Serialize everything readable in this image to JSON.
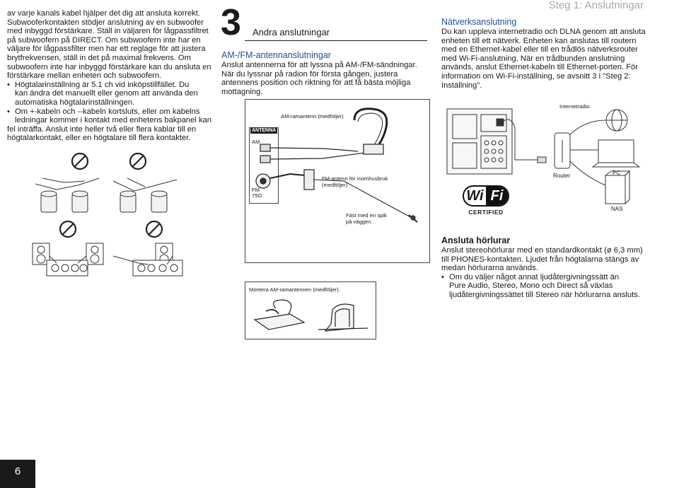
{
  "header": {
    "step_prefix": "Steg 1:",
    "step_title": "Anslutningar"
  },
  "page_number": "6",
  "col1": {
    "lines": [
      "av varje kanals kabel hjälper det dig att ansluta korrekt.",
      "Subwooferkontakten stödjer anslutning av en subwoofer",
      "med inbyggd förstärkare. Ställ in väljaren för lågpassfiltret",
      "på subwoofern på DIRECT. Om subwoofern inte har en",
      "väljare för lågpassfilter men har ett reglage för att justera",
      "brytfrekvensen, ställ in det på maximal frekvens. Om",
      "subwoofern inte har inbyggd förstärkare kan du ansluta en",
      "förstärkare mellan enheten och subwoofern."
    ],
    "bullet1": "Högtalarinställning är 5.1 ch vid inköpstillfället. Du",
    "bullet1_lines": [
      "kan ändra det manuellt eller genom att använda den",
      "automatiska högtalarinställningen."
    ],
    "bullet2": "Om +-kabeln och --kabeln kortsluts, eller om kabelns",
    "bullet2_lines": [
      "ledningar kommer i kontakt med enhetens bakpanel kan",
      "fel inträffa. Anslut inte heller två eller flera kablar till en",
      "högtalarkontakt, eller en högtalare till flera kontakter."
    ]
  },
  "col2": {
    "step_number": "3",
    "step_title": "Andra anslutningar",
    "heading": "AM-/FM-antennanslutningar",
    "lines": [
      "Anslut antennerna för att lyssna på AM-/FM-sändningar.",
      "När du lyssnar på radion för första gången, justera",
      "antennens position och riktning för att få bästa möjliga",
      "mottagning."
    ],
    "label_am_loop": "AM-ramantenn (medföljer)",
    "label_antenna": "ANTENNA",
    "label_am": "AM",
    "label_fm": "FM",
    "label_fm_ohm": "75Ω",
    "label_fm_indoor": "FM-antenn för inomhusbruk",
    "label_fm_indoor2": "(medföljer)",
    "label_nail": "Fäst med en spik",
    "label_nail2": "på väggen.",
    "label_mount": "Montera AM-ramantennen (medföljer)."
  },
  "col3": {
    "heading": "Nätverksanslutning",
    "lines": [
      "Du kan uppleva internetradio och DLNA genom att ansluta",
      "enheten till ett nätverk. Enheten kan anslutas till routern",
      "med en Ethernet-kabel eller till en trådlös nätverksrouter",
      "med Wi-Fi-anslutning. När en trådbunden anslutning",
      "används, anslut Ethernet-kabeln till Ethernet-porten. För",
      "information om Wi-Fi-inställning, se avsnitt 3 i \"Steg 2:",
      "Inställning\"."
    ],
    "label_internetradio": "Internetradio",
    "label_router": "Router",
    "label_pc": "PC",
    "label_nas": "NAS",
    "wifi_word": "Wi",
    "wifi_word2": "Fi",
    "wifi_certified": "CERTIFIED",
    "heading2": "Ansluta hörlurar",
    "lines2": [
      "Anslut stereohörlurar med en standardkontakt (ø 6,3 mm)",
      "till PHONES-kontakten. Ljudet från högtalarna stängs av",
      "medan hörlurarna används."
    ],
    "bullet": "Om du väljer något annat ljudåtergivningssätt än",
    "bullet_lines": [
      "Pure Audio, Stereo, Mono och Direct så växlas",
      "ljudåtergivningssättet till Stereo när hörlurarna ansluts."
    ]
  },
  "colors": {
    "accent_blue": "#1e4e9c",
    "header_gray": "#a8a8a8",
    "page_badge": "#1a1a1a"
  }
}
